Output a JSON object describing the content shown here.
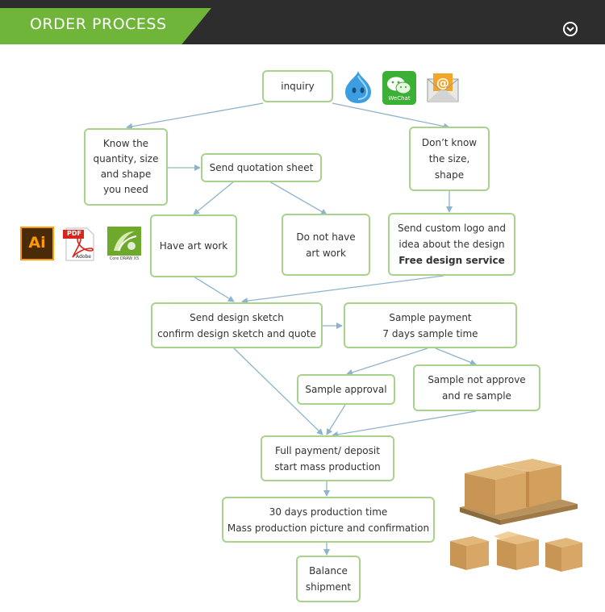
{
  "header": {
    "title": "ORDER PROCESS"
  },
  "nodes": {
    "inquiry": "inquiry",
    "know": {
      "l1": "Know the",
      "l2": "quantity, size",
      "l3": "and shape",
      "l4": "you need"
    },
    "quotation": "Send quotation sheet",
    "dont_know": {
      "l1": "Don’t know",
      "l2": "the size,",
      "l3": "shape"
    },
    "have_art": "Have art work",
    "no_art": {
      "l1": "Do not have",
      "l2": "art work"
    },
    "custom_logo": {
      "l1": "Send custom logo and",
      "l2": "idea about the design",
      "l3": "Free design service"
    },
    "sketch": {
      "l1": "Send design sketch",
      "l2": "confirm  design sketch and quote"
    },
    "sample_payment": {
      "l1": "Sample payment",
      "l2": "7 days sample time"
    },
    "sample_approval": "Sample approval",
    "sample_not": {
      "l1": "Sample not approve",
      "l2": "and re sample"
    },
    "full_payment": {
      "l1": "Full payment/ deposit",
      "l2": "start mass production"
    },
    "production": {
      "l1": "30 days production time",
      "l2": "Mass production picture and confirmation"
    },
    "balance": {
      "l1": "Balance",
      "l2": "shipment"
    }
  },
  "icons": {
    "wechat": "WeChat",
    "illustrator": "Ai",
    "pdf": "PDF",
    "adobe": "Adobe",
    "coreldraw": "Core DRAW X5"
  },
  "colors": {
    "accent": "#6fb53a",
    "border": "#a9d28d",
    "arrow": "#8fb3cc",
    "bar": "#2d2d2d"
  }
}
